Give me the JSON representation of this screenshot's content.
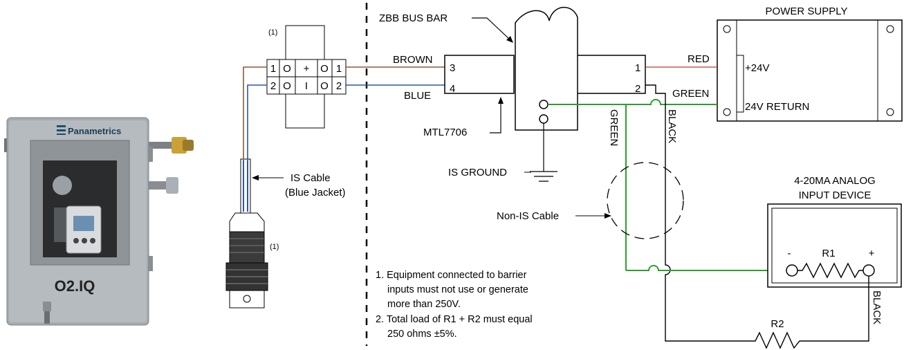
{
  "device": {
    "brand": "Panametrics",
    "model": "O2.IQ"
  },
  "cable_connector": {
    "footnote_top": "(1)",
    "footnote_bottom": "(1)",
    "terminals": [
      {
        "left": "1",
        "mid_left": "O",
        "symbol": "+",
        "mid_right": "O",
        "right": "1"
      },
      {
        "left": "2",
        "mid_left": "O",
        "symbol": "I",
        "mid_right": "O",
        "right": "2"
      }
    ]
  },
  "labels": {
    "is_cable": "IS Cable",
    "is_cable_sub": "(Blue Jacket)",
    "brown": "BROWN",
    "blue": "BLUE",
    "zbb": "ZBB BUS BAR",
    "mtl": "MTL7706",
    "is_ground": "IS GROUND",
    "non_is_cable": "Non-IS Cable",
    "barrier_in_3": "3",
    "barrier_in_4": "4",
    "barrier_out_1": "1",
    "barrier_out_2": "2",
    "red": "RED",
    "green_h": "GREEN",
    "green_v": "GREEN",
    "black_v1": "BLACK",
    "black_v2": "BLACK"
  },
  "power_supply": {
    "title": "POWER SUPPLY",
    "plus": "+24V",
    "ret": "24V RETURN"
  },
  "analog_device": {
    "title_line1": "4-20MA ANALOG",
    "title_line2": "INPUT DEVICE",
    "minus": "-",
    "plus": "+",
    "r1": "R1"
  },
  "r2": "R2",
  "notes": [
    "1. Equipment connected to barrier",
    "inputs must not use or generate",
    "more than 250V.",
    "2. Total load of R1 + R2 must equal",
    "250 ohms ±5%."
  ],
  "colors": {
    "brown": "#8b5a3c",
    "blue": "#2f55a4",
    "green": "#2aa02a",
    "red": "#c0392b",
    "black": "#000000"
  }
}
